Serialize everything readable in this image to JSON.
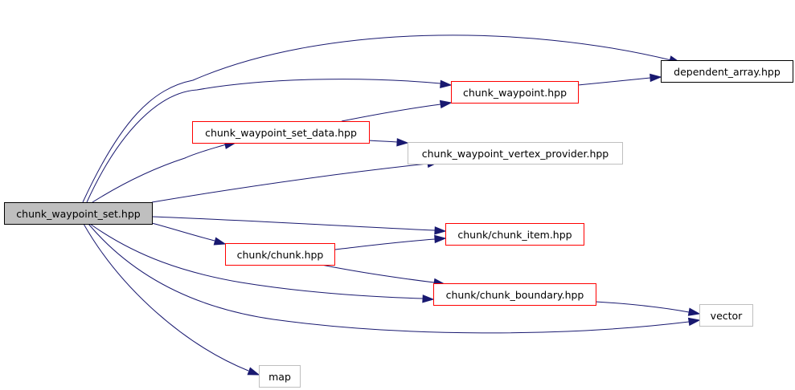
{
  "colors": {
    "edge": "#191970",
    "border_linked": "#ff0000",
    "border_external": "#bfbfbf",
    "border_root": "#000000",
    "fill_root": "#bfbfbf",
    "fill_default": "#ffffff"
  },
  "nodes": [
    {
      "id": "chunk_waypoint_set_hpp",
      "label": "chunk_waypoint_set.hpp",
      "kind": "root"
    },
    {
      "id": "dependent_array_hpp",
      "label": "dependent_array.hpp",
      "kind": "plain"
    },
    {
      "id": "chunk_waypoint_hpp",
      "label": "chunk_waypoint.hpp",
      "kind": "linked"
    },
    {
      "id": "chunk_waypoint_set_data_hpp",
      "label": "chunk_waypoint_set_data.hpp",
      "kind": "linked"
    },
    {
      "id": "chunk_waypoint_vertex_provider_hpp",
      "label": "chunk_waypoint_vertex_provider.hpp",
      "kind": "external"
    },
    {
      "id": "chunk_chunk_item_hpp",
      "label": "chunk/chunk_item.hpp",
      "kind": "linked"
    },
    {
      "id": "chunk_chunk_hpp",
      "label": "chunk/chunk.hpp",
      "kind": "linked"
    },
    {
      "id": "chunk_chunk_boundary_hpp",
      "label": "chunk/chunk_boundary.hpp",
      "kind": "linked"
    },
    {
      "id": "vector",
      "label": "vector",
      "kind": "external"
    },
    {
      "id": "map",
      "label": "map",
      "kind": "external"
    }
  ],
  "edges": [
    {
      "from": "chunk_waypoint_set_hpp",
      "to": "dependent_array_hpp"
    },
    {
      "from": "chunk_waypoint_set_hpp",
      "to": "chunk_waypoint_hpp"
    },
    {
      "from": "chunk_waypoint_set_hpp",
      "to": "chunk_waypoint_set_data_hpp"
    },
    {
      "from": "chunk_waypoint_set_hpp",
      "to": "chunk_waypoint_vertex_provider_hpp"
    },
    {
      "from": "chunk_waypoint_set_hpp",
      "to": "chunk_chunk_item_hpp"
    },
    {
      "from": "chunk_waypoint_set_hpp",
      "to": "chunk_chunk_hpp"
    },
    {
      "from": "chunk_waypoint_set_hpp",
      "to": "chunk_chunk_boundary_hpp"
    },
    {
      "from": "chunk_waypoint_set_hpp",
      "to": "vector"
    },
    {
      "from": "chunk_waypoint_set_hpp",
      "to": "map"
    },
    {
      "from": "chunk_waypoint_hpp",
      "to": "dependent_array_hpp"
    },
    {
      "from": "chunk_waypoint_set_data_hpp",
      "to": "chunk_waypoint_hpp"
    },
    {
      "from": "chunk_waypoint_set_data_hpp",
      "to": "chunk_waypoint_vertex_provider_hpp"
    },
    {
      "from": "chunk_chunk_hpp",
      "to": "chunk_chunk_item_hpp"
    },
    {
      "from": "chunk_chunk_hpp",
      "to": "chunk_chunk_boundary_hpp"
    },
    {
      "from": "chunk_chunk_boundary_hpp",
      "to": "vector"
    }
  ]
}
